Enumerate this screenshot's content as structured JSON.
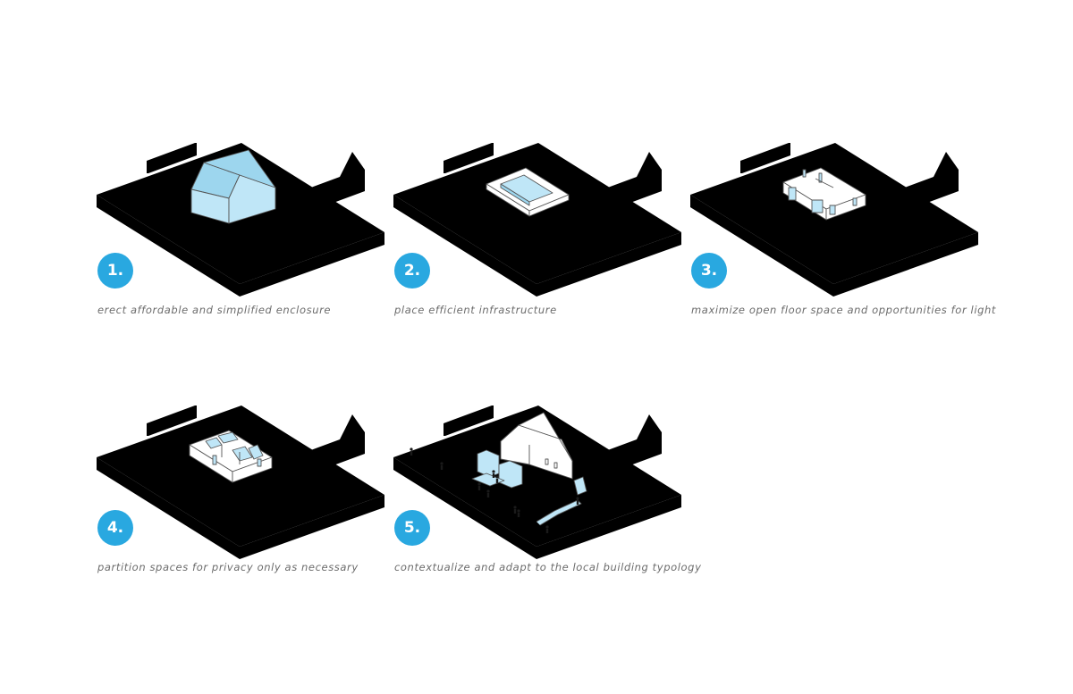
{
  "steps": [
    {
      "number": "1.",
      "caption": "erect affordable and simplified enclosure"
    },
    {
      "number": "2.",
      "caption": "place efficient infrastructure"
    },
    {
      "number": "3.",
      "caption": "maximize open floor space and opportunities for light"
    },
    {
      "number": "4.",
      "caption": "partition spaces for privacy only as necessary"
    },
    {
      "number": "5.",
      "caption": "contextualize and adapt to the local building typology"
    }
  ],
  "colors": {
    "accent": "#29a8e0",
    "fill_blue": "#bfe6f7",
    "caption": "#6b6b6b",
    "line": "#555555"
  }
}
